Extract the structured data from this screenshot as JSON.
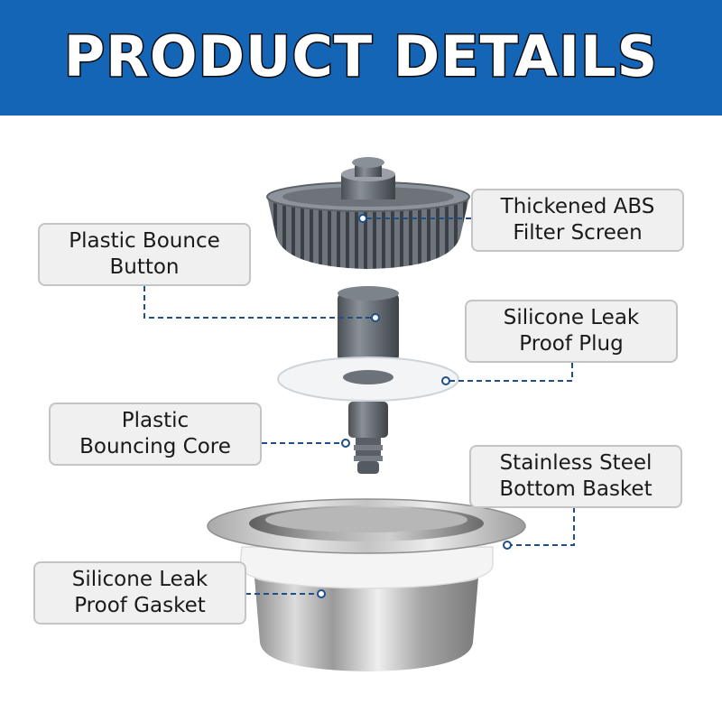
{
  "header": {
    "title": "PRODUCT DETAILS"
  },
  "labels": {
    "filter_screen": "Thickened ABS\nFilter Screen",
    "bounce_button": "Plastic Bounce\nButton",
    "leak_proof_plug": "Silicone Leak\nProof Plug",
    "bouncing_core": "Plastic\nBouncing Core",
    "bottom_basket": "Stainless Steel\nBottom Basket",
    "leak_proof_gasket": "Silicone Leak\nProof Gasket"
  },
  "colors": {
    "banner": "#1565b7",
    "leader_line": "#1f4e88",
    "label_fill": "#f0f0f0",
    "label_border": "#c4c4c4"
  }
}
